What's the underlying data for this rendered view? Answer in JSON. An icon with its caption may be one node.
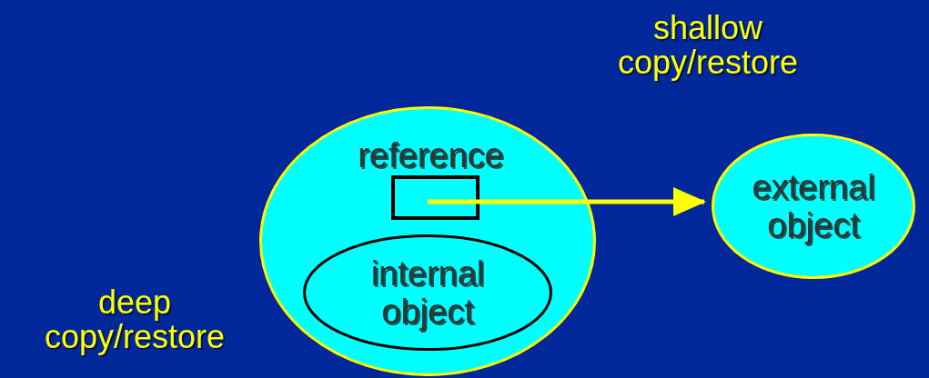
{
  "diagram": {
    "nodes": [
      {
        "text": [],
        "shape": "circle"
      },
      {
        "text": [
          "reference"
        ],
        "in": 0
      },
      {
        "text": [
          "internal object"
        ],
        "in": 0
      },
      {
        "text": [
          "external object"
        ]
      }
    ],
    "edges": [
      {
        "from": 1,
        "to": 3,
        "arrow": "to"
      }
    ],
    "labels": [
      "shallow copy/restore",
      "deep copy/restore"
    ]
  }
}
